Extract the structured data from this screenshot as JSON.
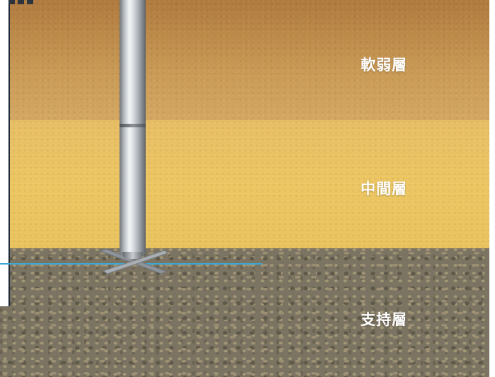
{
  "layers": {
    "soft": {
      "label": "軟弱層",
      "color": "#c99a55"
    },
    "middle": {
      "label": "中間層",
      "color": "#ecc560"
    },
    "bearing": {
      "label": "支持層",
      "color": "#7c7462"
    }
  },
  "waterline_color": "#3aa7d6",
  "icons": [
    "steel-pile",
    "pile-blade-tip"
  ]
}
